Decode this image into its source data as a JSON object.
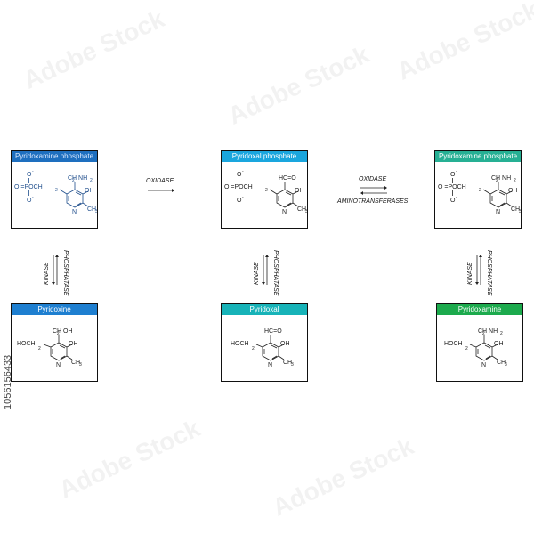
{
  "compounds": {
    "pyridoxamine_phosphate_left": {
      "title": "Pyridoxamine phosphate",
      "header_color": "#1e6fbf",
      "text_color": "#1f4e8c"
    },
    "pyridoxal_phosphate": {
      "title": "Pyridoxal phosphate",
      "header_color": "#1aa6de"
    },
    "pyridoxamine_phosphate_right": {
      "title": "Pyridoxamine phosphate",
      "header_color": "#26b094"
    },
    "pyridoxine": {
      "title": "Pyridoxine",
      "header_color": "#1e7fd0"
    },
    "pyridoxal": {
      "title": "Pyridoxal",
      "header_color": "#17b3b8"
    },
    "pyridoxamine": {
      "title": "Pyridoxamine",
      "header_color": "#1caa4d"
    }
  },
  "reactions": {
    "oxidase_1": "OXIDASE",
    "oxidase_2": "OXIDASE",
    "aminotransferases": "AMINOTRANSFERASES",
    "kinase": "KINASE",
    "phosphatase": "PHOSPHATASE"
  },
  "chem": {
    "o_minus": "O",
    "minus": "-",
    "o": "O",
    "p_group": "O =POCH",
    "sub2": "2",
    "ch2nh2": "CH NH",
    "ch2oh": "CH OH",
    "hco": "HC=O",
    "oh": "OH",
    "n": "N",
    "ch3": "CH",
    "sub3": "3",
    "hoch2": "HOCH"
  },
  "stock_id": "1056156433",
  "watermark": "Adobe Stock"
}
